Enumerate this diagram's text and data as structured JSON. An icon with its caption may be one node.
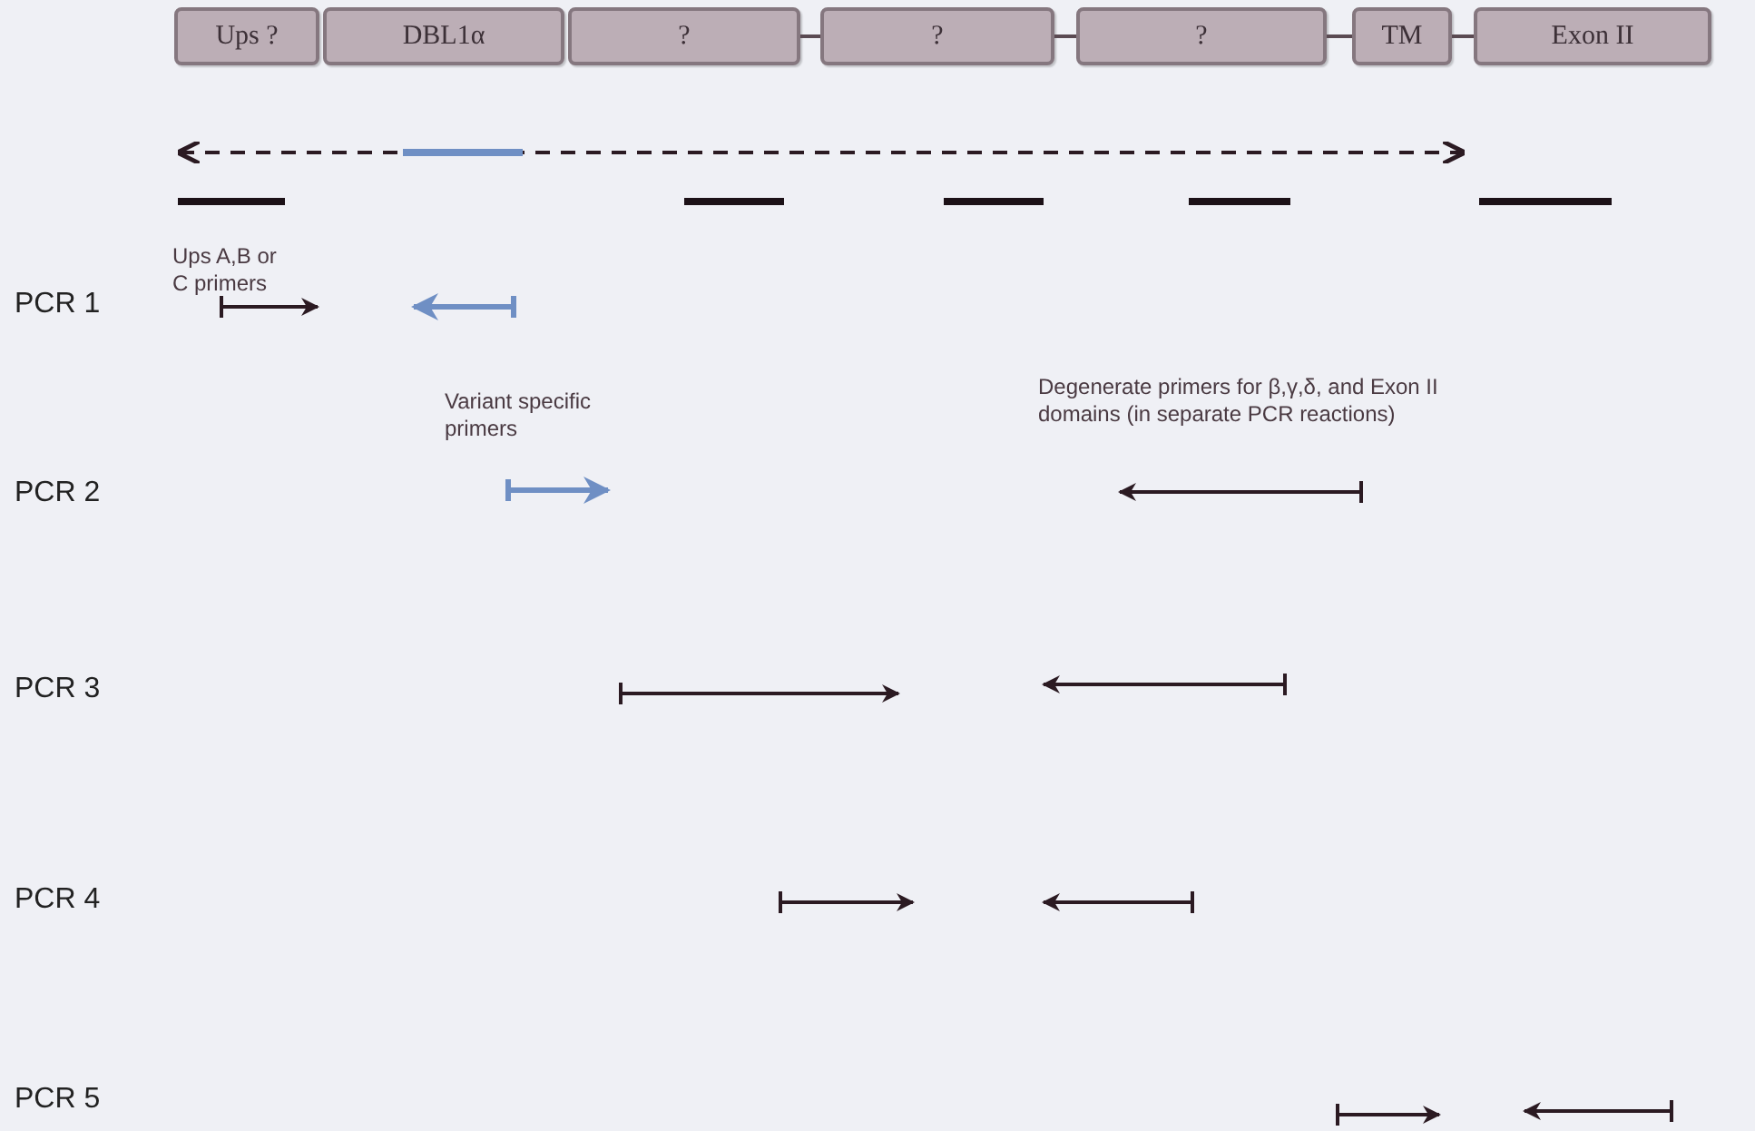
{
  "diagram": {
    "nodes": [
      {
        "text": [
          "Ups ?"
        ]
      },
      {
        "text": [
          "DBL1α"
        ]
      },
      {
        "text": [
          "?"
        ]
      },
      {
        "text": [
          "?"
        ]
      },
      {
        "text": [
          "?"
        ]
      },
      {
        "text": [
          "TM"
        ]
      },
      {
        "text": [
          "Exon II"
        ]
      }
    ],
    "edges": [
      {
        "from": 2,
        "to": 3,
        "arrow": "none"
      },
      {
        "from": 3,
        "to": 4,
        "arrow": "none"
      },
      {
        "from": 4,
        "to": 5,
        "arrow": "none"
      },
      {
        "from": 5,
        "to": 6,
        "arrow": "none"
      }
    ],
    "labels": [
      "Ups A,B or C primers",
      "PCR 1",
      "Variant specific primers",
      "Degenerate primers for β,γ,δ, and Exon II domains (in separate PCR reactions)",
      "PCR 2",
      "PCR 3",
      "PCR 4",
      "PCR 5"
    ]
  }
}
